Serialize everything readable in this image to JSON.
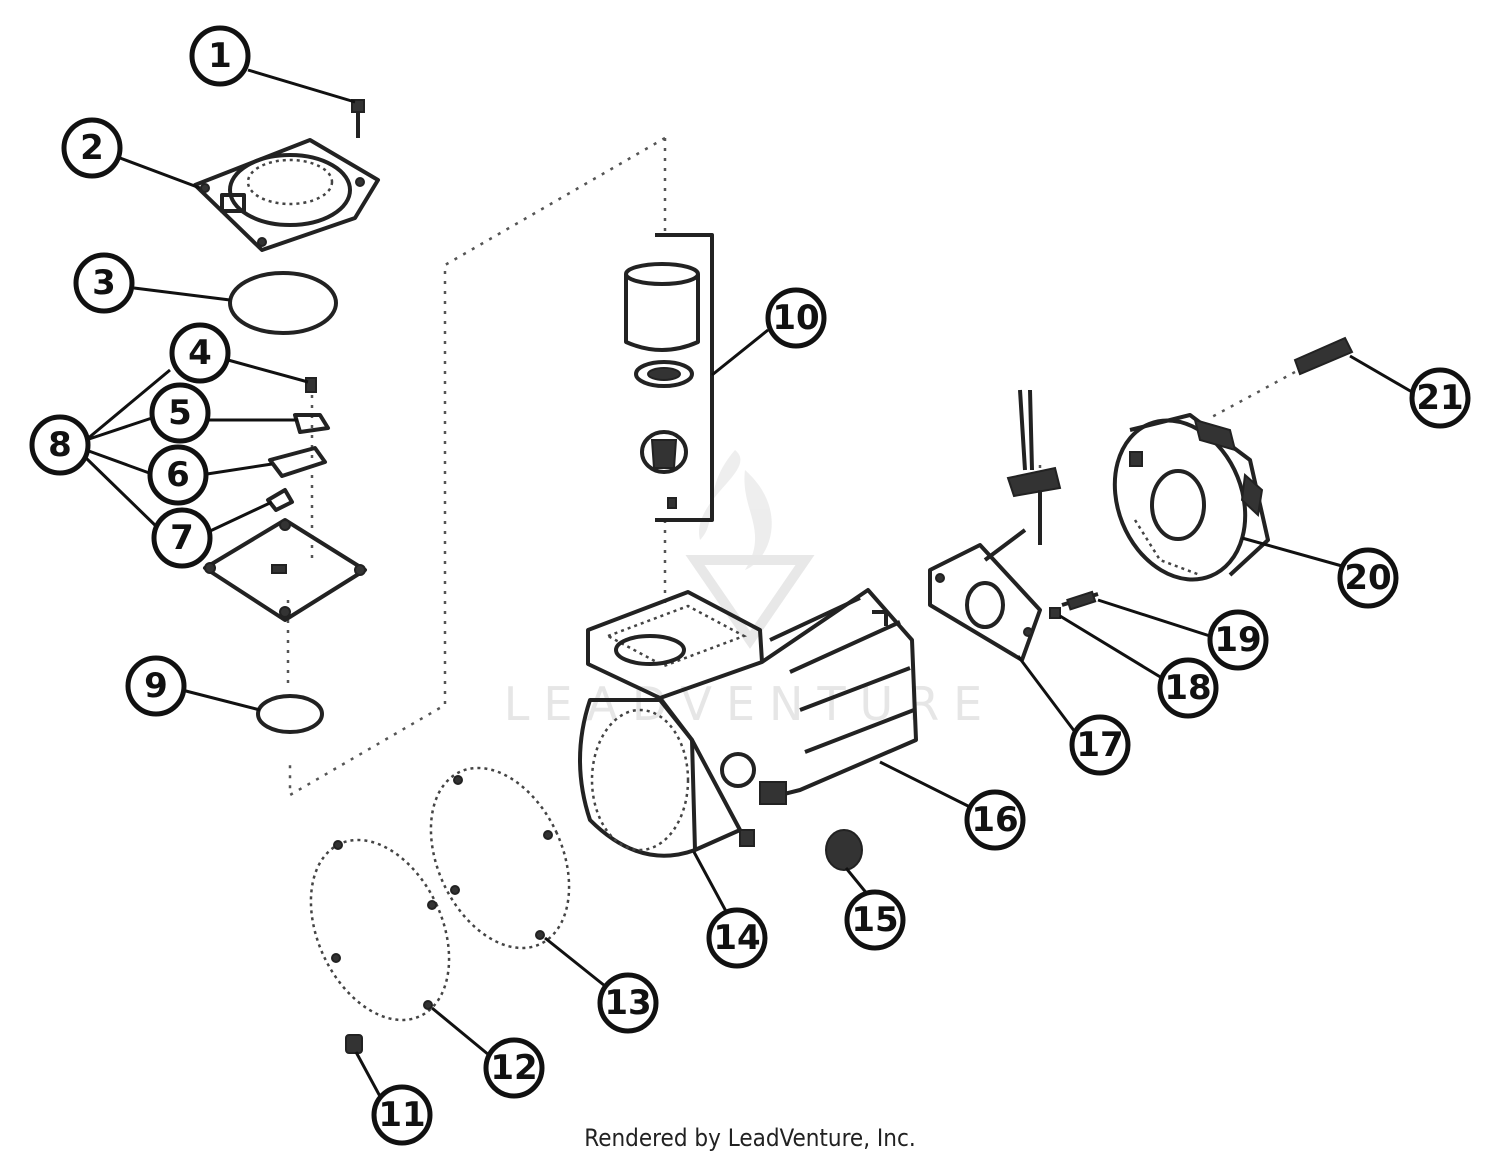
{
  "diagram": {
    "watermark_text": "LEADVENTURE",
    "callouts": [
      "1",
      "2",
      "3",
      "4",
      "5",
      "6",
      "7",
      "8",
      "9",
      "10",
      "11",
      "12",
      "13",
      "14",
      "15",
      "16",
      "17",
      "18",
      "19",
      "20",
      "21"
    ]
  },
  "footer": {
    "credit": "Rendered by LeadVenture, Inc."
  }
}
